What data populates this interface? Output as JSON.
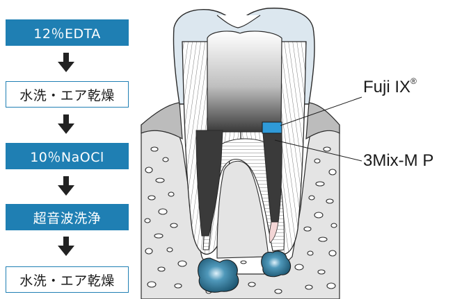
{
  "steps": [
    {
      "label": "12％EDTA",
      "style": "filled"
    },
    {
      "label": "水洗・エア乾燥",
      "style": "outline"
    },
    {
      "label": "10％NaOCl",
      "style": "filled"
    },
    {
      "label": "超音波洗浄",
      "style": "filled"
    },
    {
      "label": "水洗・エア乾燥",
      "style": "outline"
    }
  ],
  "labels": {
    "fuji_main": "Fuji IX",
    "fuji_mark": "®",
    "mix": "3Mix-M P"
  },
  "colors": {
    "accent": "#1f7fb3",
    "filling_blue": "#2f9ad8",
    "bone": "#e2e2e2",
    "gum": "#bdbdbd",
    "enamel": "#dce7ef",
    "lesion": "#2d6f8e"
  }
}
